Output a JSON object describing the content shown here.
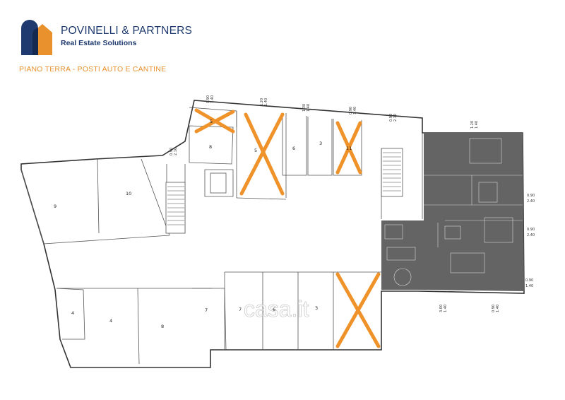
{
  "brand": {
    "name": "POVINELLI & PARTNERS",
    "tagline": "Real Estate Solutions",
    "colors": {
      "navy": "#1e3a6e",
      "orange": "#e8912d"
    }
  },
  "plan_title": "PIANO TERRA - POSTI AUTO E CANTINE",
  "watermark": "casa.it",
  "rooms": [
    {
      "label": "5"
    },
    {
      "label": "8"
    },
    {
      "label": "5"
    },
    {
      "label": "6"
    },
    {
      "label": "3"
    },
    {
      "label": "11"
    },
    {
      "label": "9"
    },
    {
      "label": "10"
    },
    {
      "label": "4"
    },
    {
      "label": "4"
    },
    {
      "label": "8"
    },
    {
      "label": "7"
    },
    {
      "label": "7"
    },
    {
      "label": "6"
    },
    {
      "label": "3"
    }
  ],
  "dimensions": [
    {
      "top": "0.90",
      "bottom": "1.40"
    },
    {
      "top": "1.20",
      "bottom": "1.40"
    },
    {
      "top": "1.30",
      "bottom": "1.40"
    },
    {
      "top": "0.90",
      "bottom": "1.40"
    },
    {
      "top": "0.90",
      "bottom": "2.10"
    },
    {
      "top": "0.90",
      "bottom": "2.10"
    },
    {
      "top": "1.20",
      "bottom": "1.40"
    },
    {
      "top": "0.90",
      "bottom": "2.40"
    },
    {
      "top": "0.90",
      "bottom": "2.40"
    },
    {
      "top": "0.90",
      "bottom": "1.40"
    },
    {
      "top": "3.00",
      "bottom": "1.40"
    },
    {
      "top": "0.90",
      "bottom": "1.40"
    }
  ]
}
